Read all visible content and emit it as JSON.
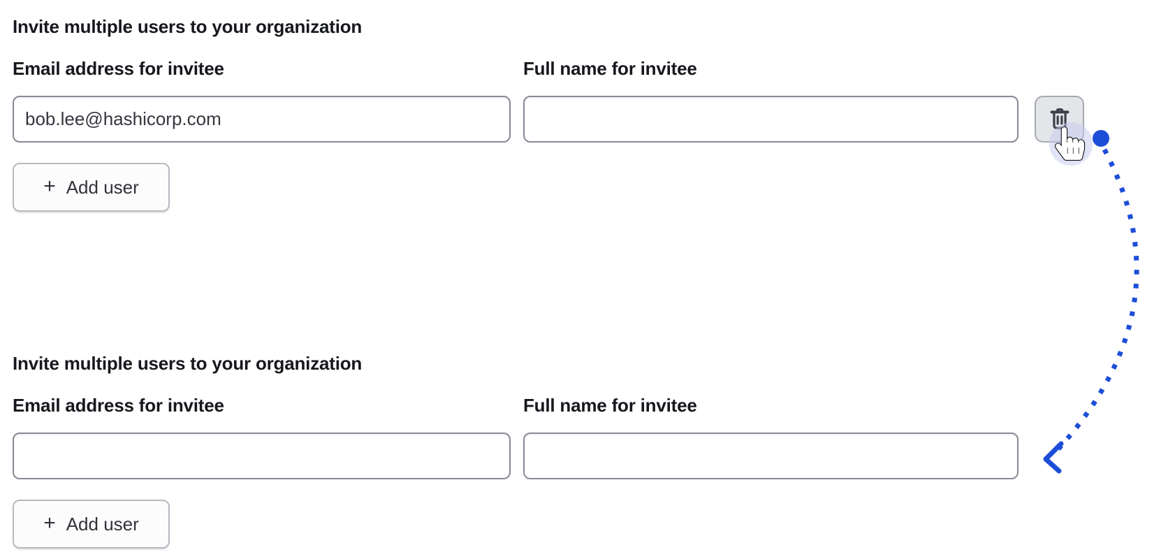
{
  "colors": {
    "annotation_blue": "#1d4ed8",
    "cursor_click_highlight": "#c3c7ef",
    "input_border": "#858a94",
    "delete_button_bg": "#e4e5e8",
    "text": "#16181d"
  },
  "icons": {
    "plus_glyph": "+",
    "delete": "trash-icon",
    "cursor": "hand-pointer-icon",
    "annotation": "dotted-arrow-down-to-second-form"
  },
  "sections": [
    {
      "heading": "Invite multiple users to your organization",
      "email_label": "Email address for invitee",
      "name_label": "Full name for invitee",
      "email_value": "bob.lee@hashicorp.com",
      "name_value": "",
      "add_user_label": "Add user"
    },
    {
      "heading": "Invite multiple users to your organization",
      "email_label": "Email address for invitee",
      "name_label": "Full name for invitee",
      "email_value": "",
      "name_value": "",
      "add_user_label": "Add user"
    }
  ]
}
